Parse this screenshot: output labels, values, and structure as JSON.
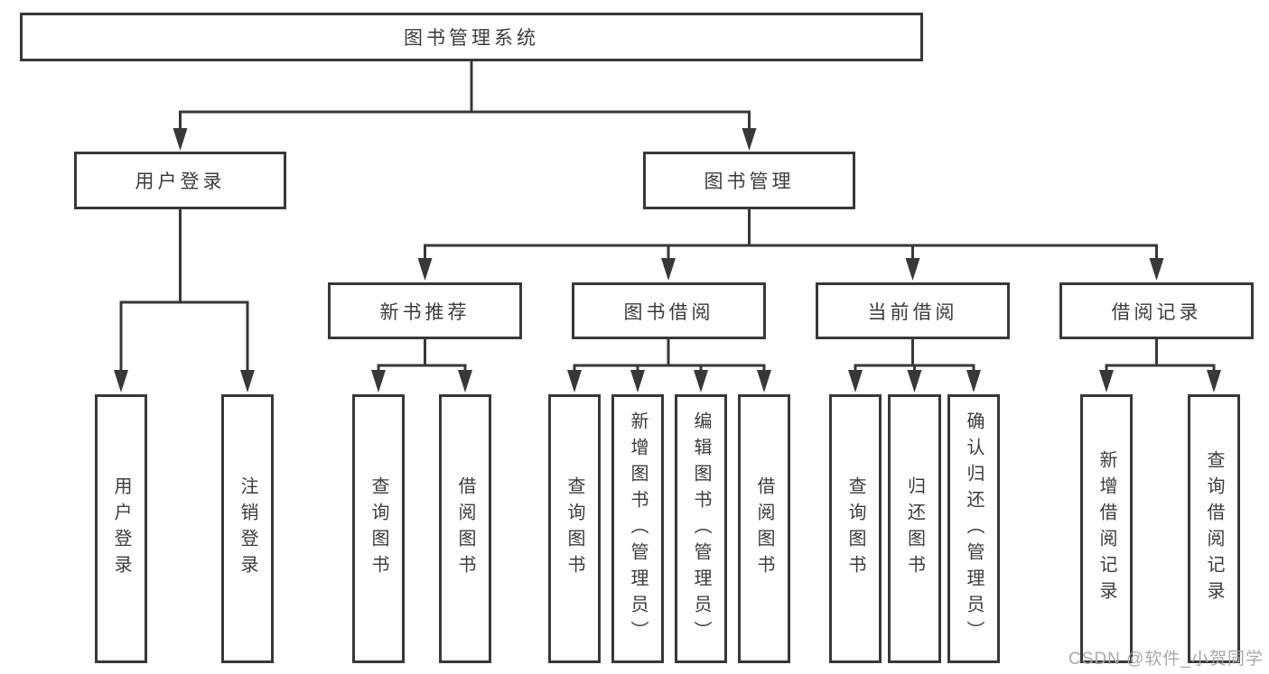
{
  "diagram": {
    "type": "hierarchy-tree",
    "root": "图书管理系统",
    "user_login": {
      "label": "用户登录",
      "leaves": [
        "用户登录",
        "注销登录"
      ]
    },
    "book_mgmt": {
      "label": "图书管理",
      "sections": [
        {
          "label": "新书推荐",
          "leaves": [
            "查询图书",
            "借阅图书"
          ]
        },
        {
          "label": "图书借阅",
          "leaves": [
            "查询图书",
            "新增图书（管理员）",
            "编辑图书（管理员）",
            "借阅图书"
          ]
        },
        {
          "label": "当前借阅",
          "leaves": [
            "查询图书",
            "归还图书",
            "确认归还（管理员）"
          ]
        },
        {
          "label": "借阅记录",
          "leaves": [
            "新增借阅记录",
            "查询借阅记录"
          ]
        }
      ]
    }
  },
  "watermark": "CSDN @软件_小贺同学",
  "colors": {
    "line": "#383838",
    "box_border": "#383838",
    "text": "#3c3c3c",
    "watermark": "#a9a9a9",
    "background": "#ffffff"
  }
}
